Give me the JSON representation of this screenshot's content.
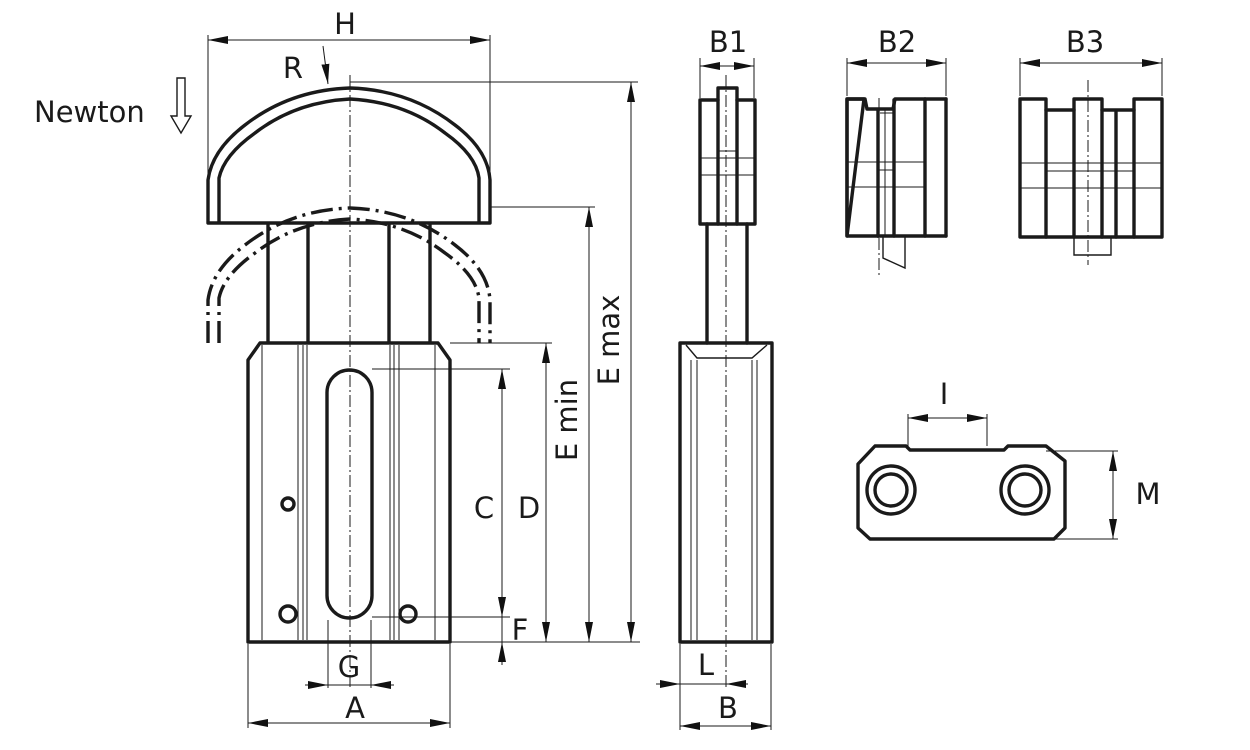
{
  "title": "Stop / end-cap technical drawing",
  "force_label": "Newton",
  "dimensions": {
    "H": "H",
    "R": "R",
    "A": "A",
    "G": "G",
    "C": "C",
    "D": "D",
    "F": "F",
    "E_min": "E min",
    "E_max": "E max",
    "B1": "B1",
    "B2": "B2",
    "B3": "B3",
    "L": "L",
    "B": "B",
    "I": "I",
    "M": "M"
  },
  "colors": {
    "line": "#1a1a1a",
    "background": "#ffffff"
  }
}
